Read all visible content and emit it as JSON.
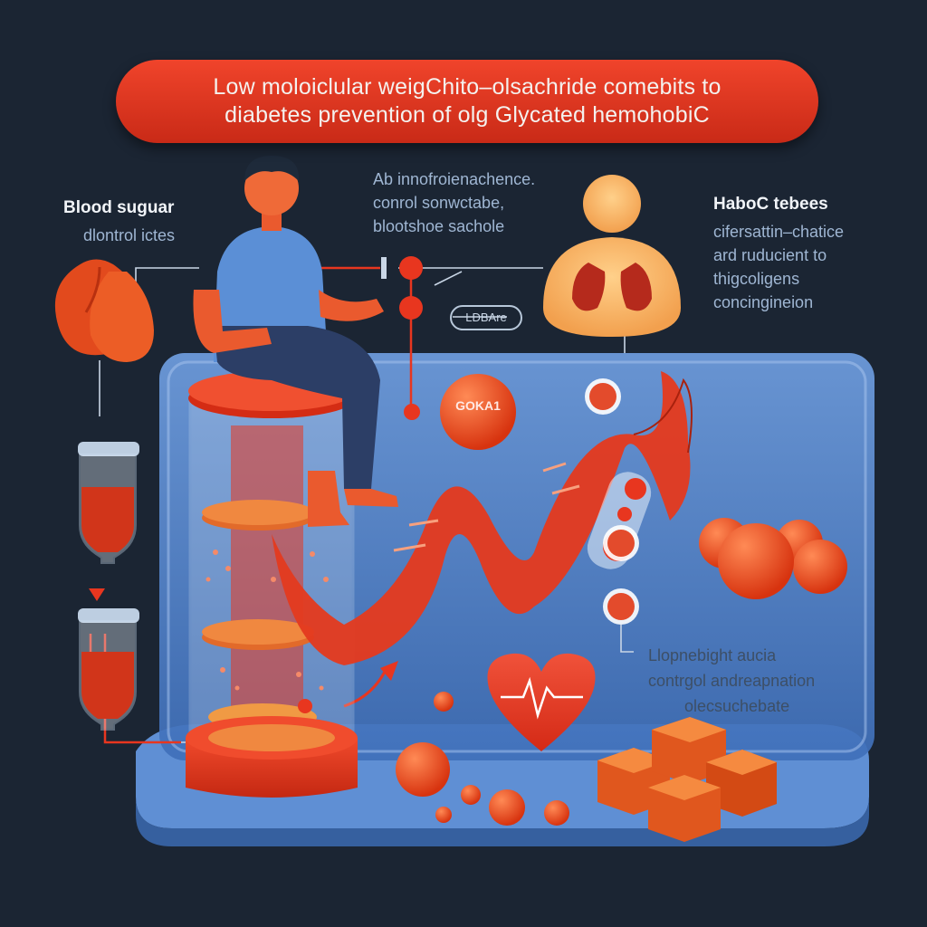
{
  "title": {
    "line1": "Low moloiclular weigChito–olsachride comebits to",
    "line2": "diabetes prevention  of olg  Glycated  hemohobiC"
  },
  "left_panel": {
    "heading": "Blood suguar",
    "subheading": "dlontrol ictes"
  },
  "center_text": {
    "line1": "Ab innofroienachence.",
    "line2": "conrol sonwctabe,",
    "line3": "blootshoe sachole"
  },
  "tag_label": "LDBAre",
  "bubble_label": "GOKA1",
  "right_panel": {
    "heading": "HaboC tebees",
    "line1": "cifersattin–chatice",
    "line2": "ard ruducient to",
    "line3": "thigcoligens",
    "line4": "concingineion"
  },
  "bottom_right": {
    "line1": "Llopnebight aucia",
    "line2": "contrgol andreapnation",
    "line3": "olecsuchebate"
  },
  "colors": {
    "background": "#1b2533",
    "accent_red": "#e8361f",
    "panel_blue": "#5e8fd6",
    "text_light": "#9fb6d3"
  }
}
